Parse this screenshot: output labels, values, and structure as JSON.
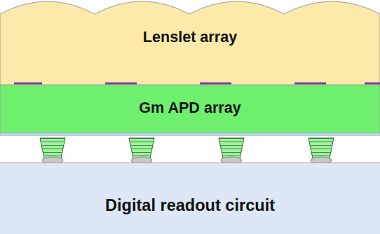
{
  "diagram": {
    "nodes": [
      {
        "text": [
          "Lenslet array"
        ]
      },
      {
        "text": [
          "Gm APD array"
        ]
      },
      {
        "text": [
          "Digital readout circuit"
        ]
      }
    ]
  }
}
